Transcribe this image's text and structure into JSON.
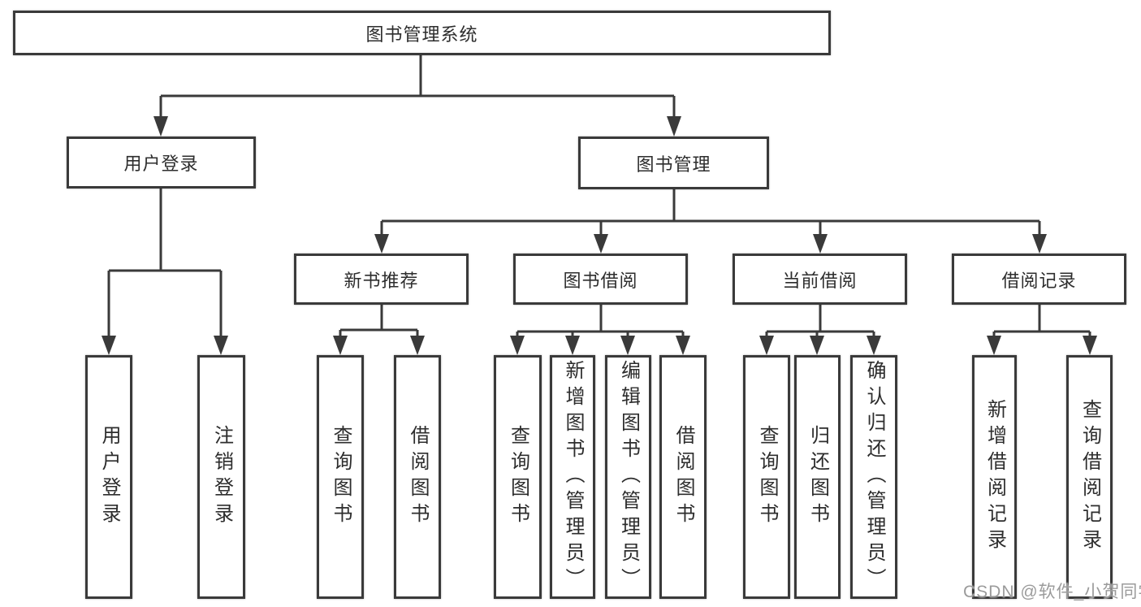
{
  "diagram": {
    "root": {
      "label": "图书管理系统"
    },
    "level2": [
      {
        "label": "用户登录"
      },
      {
        "label": "图书管理"
      }
    ],
    "level3": [
      {
        "label": "新书推荐"
      },
      {
        "label": "图书借阅"
      },
      {
        "label": "当前借阅"
      },
      {
        "label": "借阅记录"
      }
    ],
    "leaves": {
      "user_login": [
        "用户登录",
        "注销登录"
      ],
      "new_book": [
        "查询图书",
        "借阅图书"
      ],
      "book_borrow": [
        "查询图书",
        "新增图书（管理员）",
        "编辑图书（管理员）",
        "借阅图书"
      ],
      "current_borrow": [
        "查询图书",
        "归还图书",
        "确认归还（管理员）"
      ],
      "borrow_record": [
        "新增借阅记录",
        "查询借阅记录"
      ]
    }
  },
  "watermark": {
    "text": "CSDN @软件_小贺同学"
  },
  "colors": {
    "line": "#3a3a3a",
    "text": "#2d2d2d",
    "watermark_gray": "#9b9b9b",
    "background": "#ffffff"
  }
}
